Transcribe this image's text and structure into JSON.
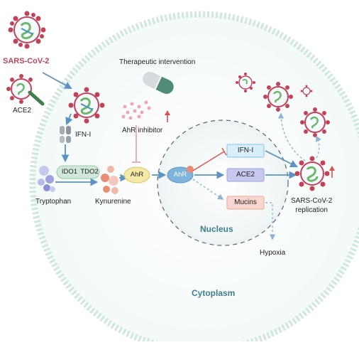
{
  "title_virus": "SARS-CoV-2",
  "labels": {
    "ace2_receptor": "ACE2",
    "ifn_receptor": "IFN-I",
    "therapeutic": "Therapeutic intervention",
    "ahr_inhibitor": "AhR inhibitor",
    "tryptophan": "Tryptophan",
    "kynurenine": "Kynurenine",
    "ahr_cyto": "AhR",
    "ahr_nuclear": "AhR",
    "nucleus": "Nucleus",
    "cytoplasm": "Cytoplasm",
    "hypoxia": "Hypoxia",
    "replication": "SARS-CoV-2\nreplication"
  },
  "enzymes": [
    "IDO1",
    "TDO2"
  ],
  "targets": [
    "IFN-I",
    "ACE2",
    "Mucins"
  ],
  "colors": {
    "virus_red": "#c0435a",
    "virus_green": "#6bb86a",
    "arrow_blue": "#5b93c4",
    "inhibit_red": "#d9534f",
    "cell_border": "#cfe8de",
    "nucleus_border": "#556677",
    "teal_text": "#3f7f8c",
    "ifn_box": "#d6effa",
    "ace2_box": "#c7c9ee",
    "mucins_box": "#f7d6cf",
    "enzyme_box": "#cfe8d8"
  }
}
